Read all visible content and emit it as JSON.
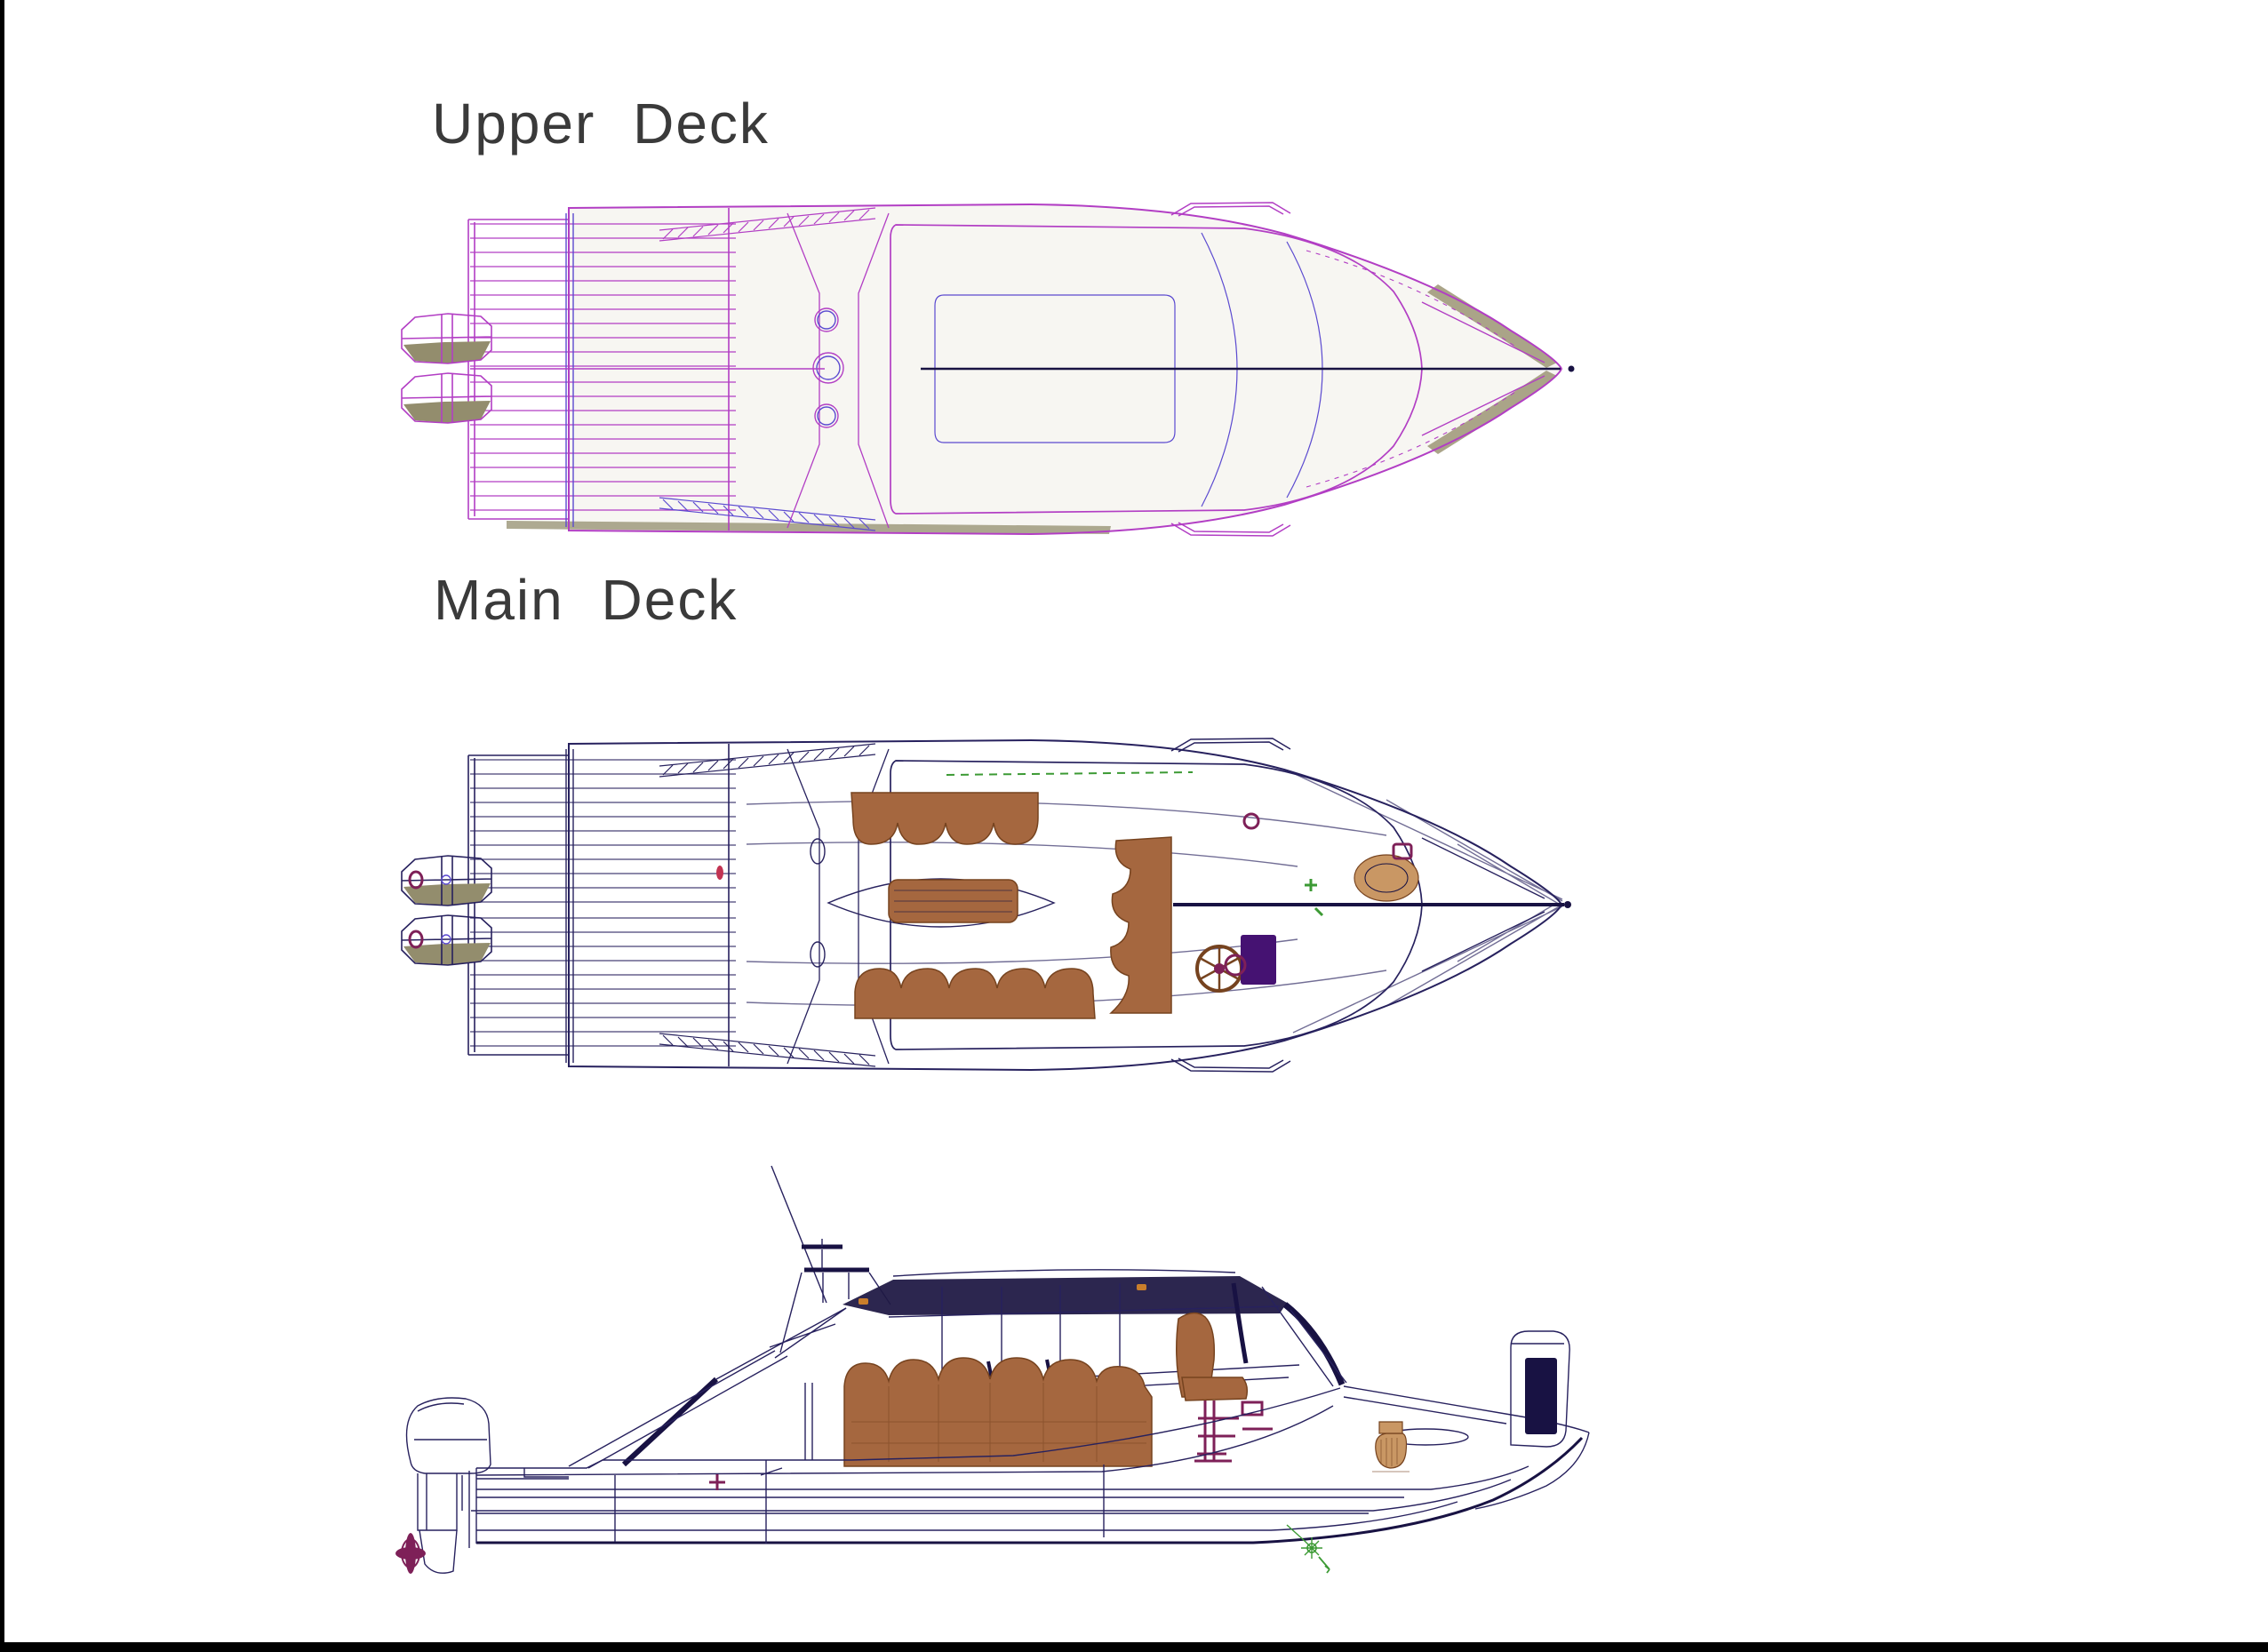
{
  "titles": {
    "upper_deck": "Upper Deck",
    "main_deck": "Main Deck"
  },
  "views": [
    {
      "id": "upper-deck",
      "label": "Upper Deck",
      "type": "top-view-wireframe"
    },
    {
      "id": "main-deck",
      "label": "Main Deck",
      "type": "top-view-wireframe"
    },
    {
      "id": "side-profile",
      "label": "",
      "type": "side-view-wireframe"
    }
  ],
  "colors": {
    "magenta": "#b23ec4",
    "magenta_soft": "#d77fd6",
    "violet": "#5b4ad0",
    "navy": "#27215e",
    "navy_dark": "#181243",
    "roof_fill": "#1f1844",
    "brown": "#a5673f",
    "brown_dark": "#76431f",
    "tan": "#c99764",
    "khaki": "#938d6d",
    "khaki_light": "#aaa488",
    "maroon": "#7e2058",
    "purple": "#451272",
    "green": "#3c9a34",
    "orange": "#c97e2b",
    "red": "#c23352",
    "offwhite": "#f7f6f2",
    "title_text": "#3a3a3a",
    "edge_bar": "#000000",
    "background": "#ffffff"
  }
}
